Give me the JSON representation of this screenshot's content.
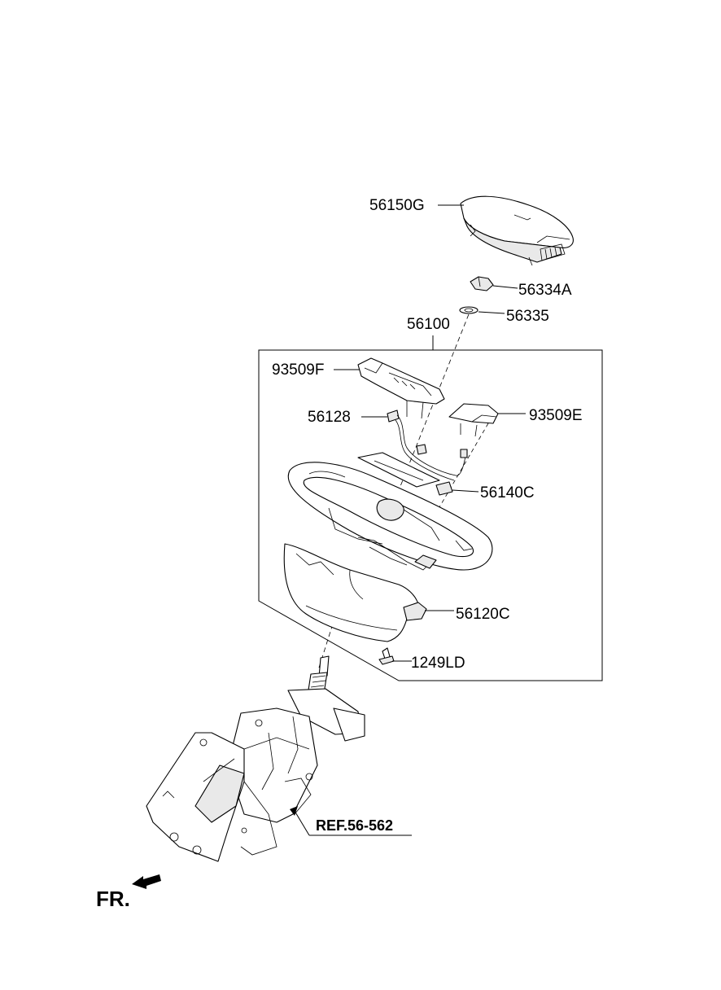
{
  "diagram": {
    "labels": {
      "airbag_module": "56150G",
      "nut": "56334A",
      "washer": "56335",
      "steering_wheel_assy": "56100",
      "switch_left": "93509F",
      "harness": "56128",
      "switch_right": "93509E",
      "damper": "56140C",
      "cover": "56120C",
      "screw": "1249LD"
    },
    "reference": "REF.56-562",
    "front_marker": "FR."
  }
}
